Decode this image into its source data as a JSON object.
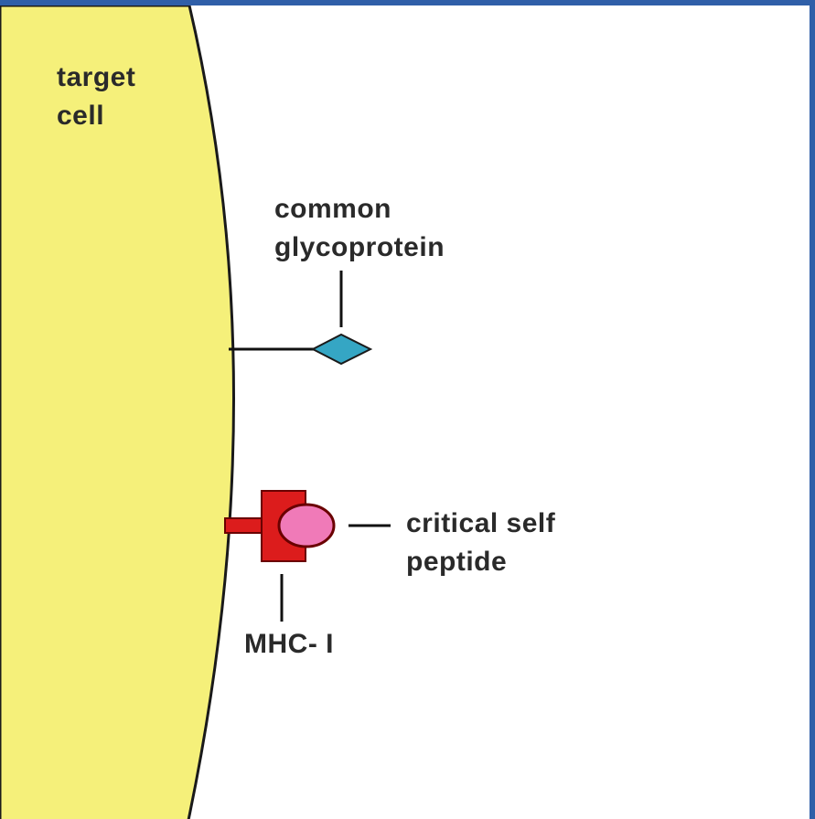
{
  "labels": {
    "target_cell": "target\ncell",
    "glycoprotein": "common\nglycoprotein",
    "peptide": "critical self\npeptide",
    "mhc": "MHC- I"
  },
  "colors": {
    "cell_fill": "#f5f07a",
    "glycoprotein_fill": "#35a6c4",
    "mhc_fill": "#dc1c1c",
    "peptide_fill": "#f07ab8",
    "frame_border": "#2f5fa8"
  }
}
